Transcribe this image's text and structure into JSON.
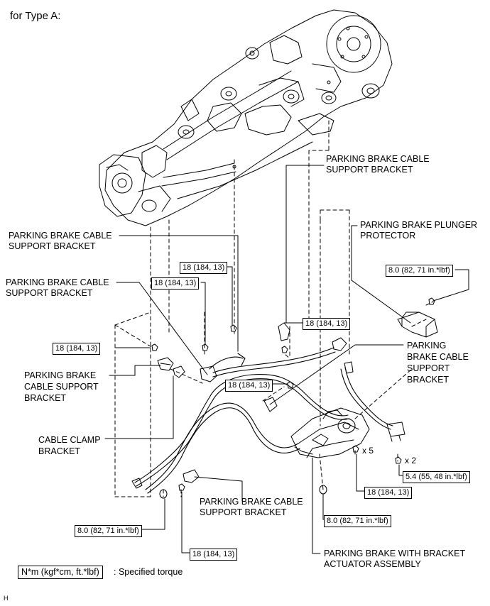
{
  "heading": "for Type A:",
  "labels": {
    "pb_support_top_right": [
      "PARKING BRAKE CABLE",
      "SUPPORT BRACKET"
    ],
    "pb_plunger_protector": [
      "PARKING BRAKE PLUNGER",
      "PROTECTOR"
    ],
    "pb_support_upper_left": [
      "PARKING BRAKE CABLE",
      "SUPPORT BRACKET"
    ],
    "pb_support_mid_left": [
      "PARKING BRAKE CABLE",
      "SUPPORT BRACKET"
    ],
    "pb_support_left": [
      "PARKING BRAKE",
      "CABLE SUPPORT",
      "BRACKET"
    ],
    "pb_support_right": [
      "PARKING",
      "BRAKE CABLE",
      "SUPPORT",
      "BRACKET"
    ],
    "cable_clamp": [
      "CABLE CLAMP",
      "BRACKET"
    ],
    "pb_support_bottom": [
      "PARKING BRAKE CABLE",
      "SUPPORT BRACKET"
    ],
    "actuator": [
      "PARKING BRAKE WITH BRACKET",
      "ACTUATOR ASSEMBLY"
    ]
  },
  "torques": {
    "t_a": "18 (184, 13)",
    "t_b": "18 (184, 13)",
    "t_c": "18 (184, 13)",
    "t_d": "18 (184, 13)",
    "t_e": "18 (184, 13)",
    "t_f": "18 (184, 13)",
    "t_g": "18 (184, 13)",
    "t_h": "8.0 (82, 71 in.*lbf)",
    "t_i": "5.4 (55, 48 in.*lbf)",
    "t_j": "8.0 (82, 71 in.*lbf)",
    "t_k": "8.0 (82, 71 in.*lbf)"
  },
  "quantities": {
    "x5": "x 5",
    "x2": "x 2"
  },
  "legend": {
    "box": "N*m (kgf*cm, ft.*lbf)",
    "text": ": Specified torque"
  },
  "corner_mark": "H"
}
